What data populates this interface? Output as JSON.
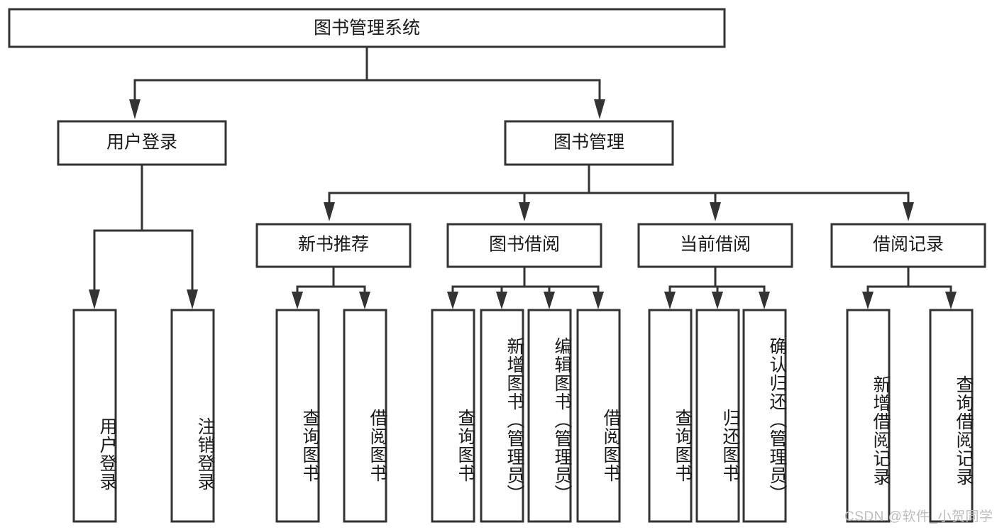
{
  "diagram": {
    "title": "图书管理系统",
    "type": "tree-hierarchy",
    "root": {
      "id": "root",
      "label": "图书管理系统",
      "orientation": "horizontal"
    },
    "level1": [
      {
        "id": "user-login",
        "label": "用户登录",
        "orientation": "horizontal"
      },
      {
        "id": "book-manage",
        "label": "图书管理",
        "orientation": "horizontal"
      }
    ],
    "level2": [
      {
        "id": "new-book-recommend",
        "label": "新书推荐",
        "orientation": "horizontal",
        "parent": "book-manage"
      },
      {
        "id": "book-borrow",
        "label": "图书借阅",
        "orientation": "horizontal",
        "parent": "book-manage"
      },
      {
        "id": "current-borrow",
        "label": "当前借阅",
        "orientation": "horizontal",
        "parent": "book-manage"
      },
      {
        "id": "borrow-record",
        "label": "借阅记录",
        "orientation": "horizontal",
        "parent": "book-manage"
      }
    ],
    "leaves": [
      {
        "id": "leaf-user-login",
        "label": "用户登录",
        "orientation": "vertical",
        "parent": "user-login"
      },
      {
        "id": "leaf-logout",
        "label": "注销登录",
        "orientation": "vertical",
        "parent": "user-login"
      },
      {
        "id": "leaf-query-book-1",
        "label": "查询图书",
        "orientation": "vertical",
        "parent": "new-book-recommend"
      },
      {
        "id": "leaf-borrow-book-1",
        "label": "借阅图书",
        "orientation": "vertical",
        "parent": "new-book-recommend"
      },
      {
        "id": "leaf-query-book-2",
        "label": "查询图书",
        "orientation": "vertical",
        "parent": "book-borrow"
      },
      {
        "id": "leaf-add-book",
        "label": "新增图书（管理员）",
        "orientation": "vertical",
        "parent": "book-borrow"
      },
      {
        "id": "leaf-edit-book",
        "label": "编辑图书（管理员）",
        "orientation": "vertical",
        "parent": "book-borrow"
      },
      {
        "id": "leaf-borrow-book-2",
        "label": "借阅图书",
        "orientation": "vertical",
        "parent": "book-borrow"
      },
      {
        "id": "leaf-query-book-3",
        "label": "查询图书",
        "orientation": "vertical",
        "parent": "current-borrow"
      },
      {
        "id": "leaf-return-book",
        "label": "归还图书",
        "orientation": "vertical",
        "parent": "current-borrow"
      },
      {
        "id": "leaf-confirm-return",
        "label": "确认归还（管理员）",
        "orientation": "vertical",
        "parent": "current-borrow"
      },
      {
        "id": "leaf-add-record",
        "label": "新增借阅记录",
        "orientation": "vertical",
        "parent": "borrow-record"
      },
      {
        "id": "leaf-query-record",
        "label": "查询借阅记录",
        "orientation": "vertical",
        "parent": "borrow-record"
      }
    ],
    "watermark": "CSDN @软件_小贺同学",
    "colors": {
      "box_stroke": "#333333",
      "box_fill": "#ffffff",
      "text": "#1a1a1a",
      "connector": "#333333",
      "watermark": "#bdbdbd",
      "background": "#ffffff"
    }
  }
}
